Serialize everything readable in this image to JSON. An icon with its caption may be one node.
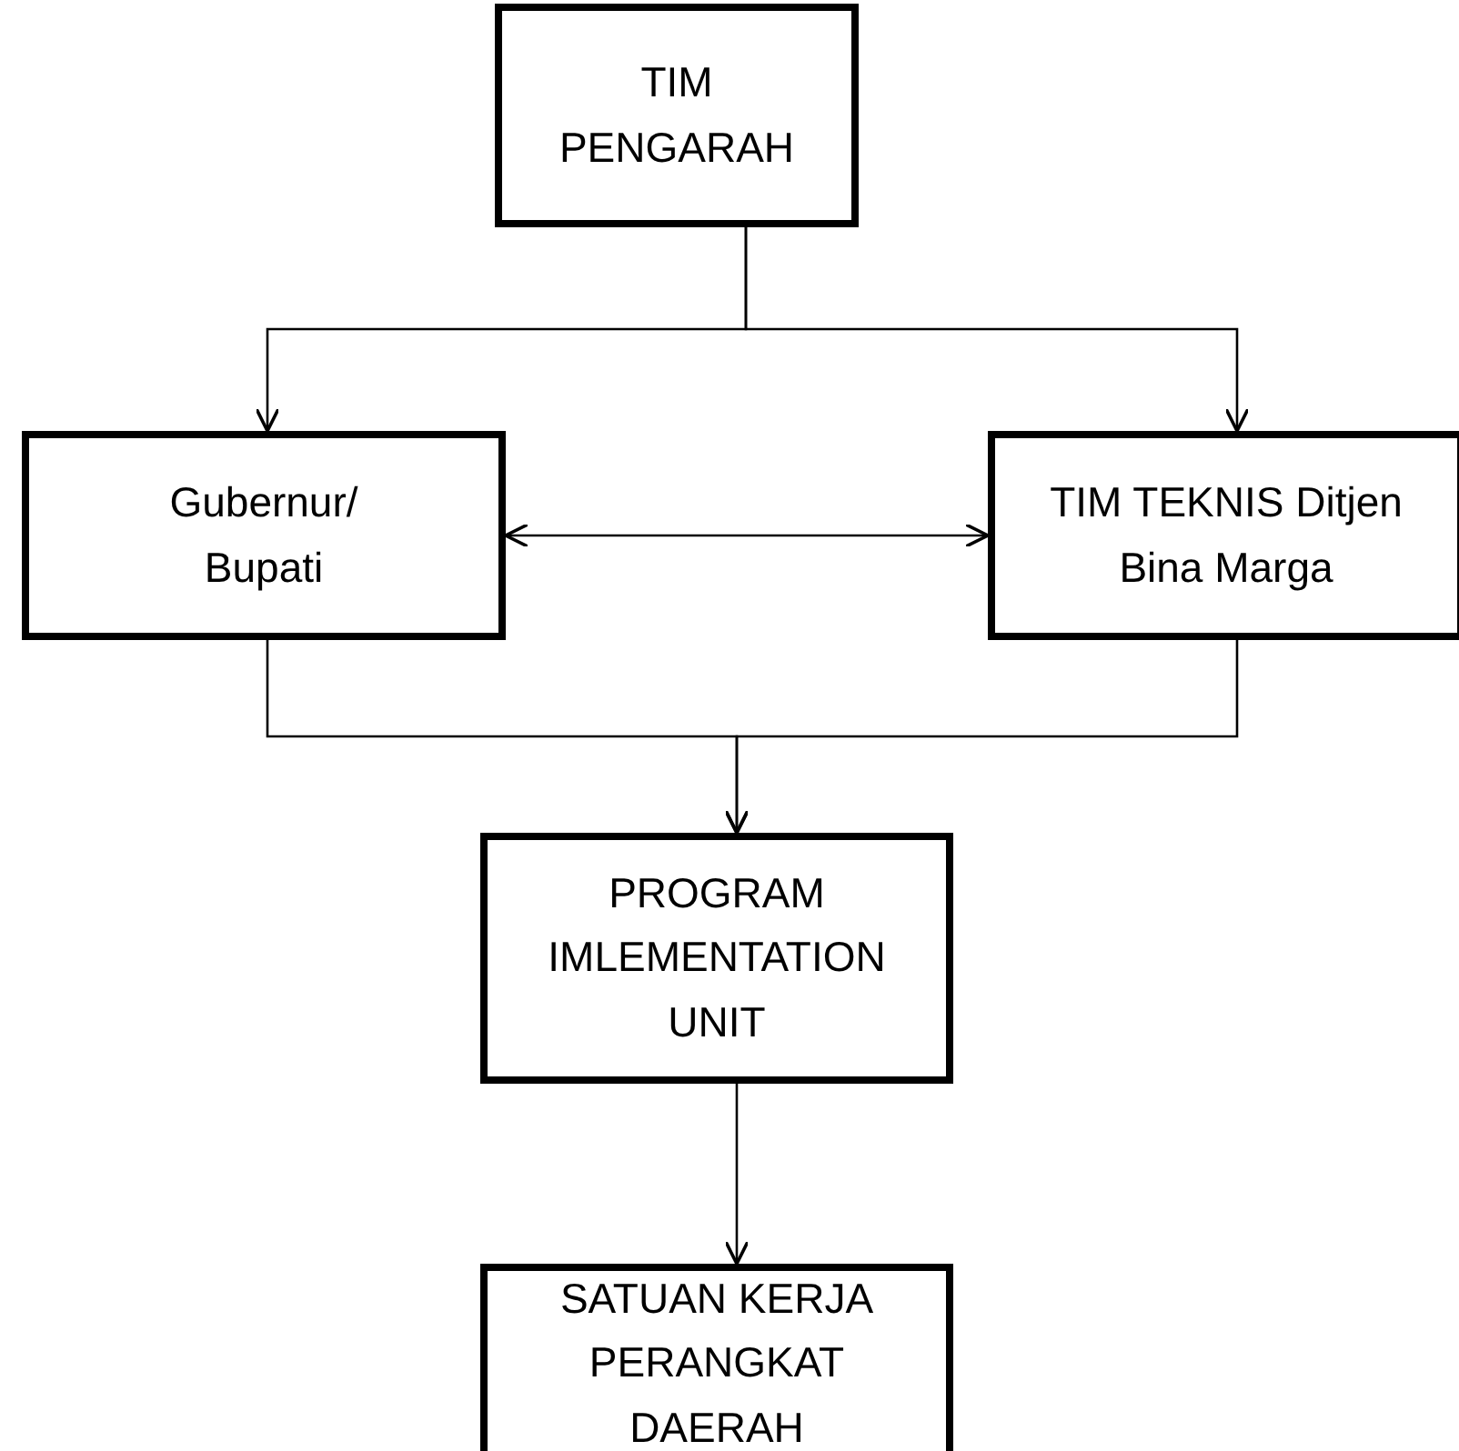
{
  "diagram": {
    "nodes": [
      {
        "text": [
          "TIM PENGARAH"
        ]
      },
      {
        "text": [
          "Gubernur/ Bupati"
        ]
      },
      {
        "text": [
          "TIM TEKNIS Ditjen Bina Marga"
        ]
      },
      {
        "text": [
          "PROGRAM IMLEMENTATION UNIT"
        ]
      },
      {
        "text": [
          "SATUAN KERJA PERANGKAT DAERAH"
        ]
      }
    ],
    "edges": [
      {
        "from": 0,
        "to": 1,
        "arrow": "to"
      },
      {
        "from": 0,
        "to": 2,
        "arrow": "to"
      },
      {
        "from": 1,
        "to": 2,
        "arrow": "both"
      },
      {
        "from": 1,
        "to": 3,
        "arrow": "to"
      },
      {
        "from": 2,
        "to": 3,
        "arrow": "to"
      },
      {
        "from": 3,
        "to": 4,
        "arrow": "to"
      }
    ]
  }
}
